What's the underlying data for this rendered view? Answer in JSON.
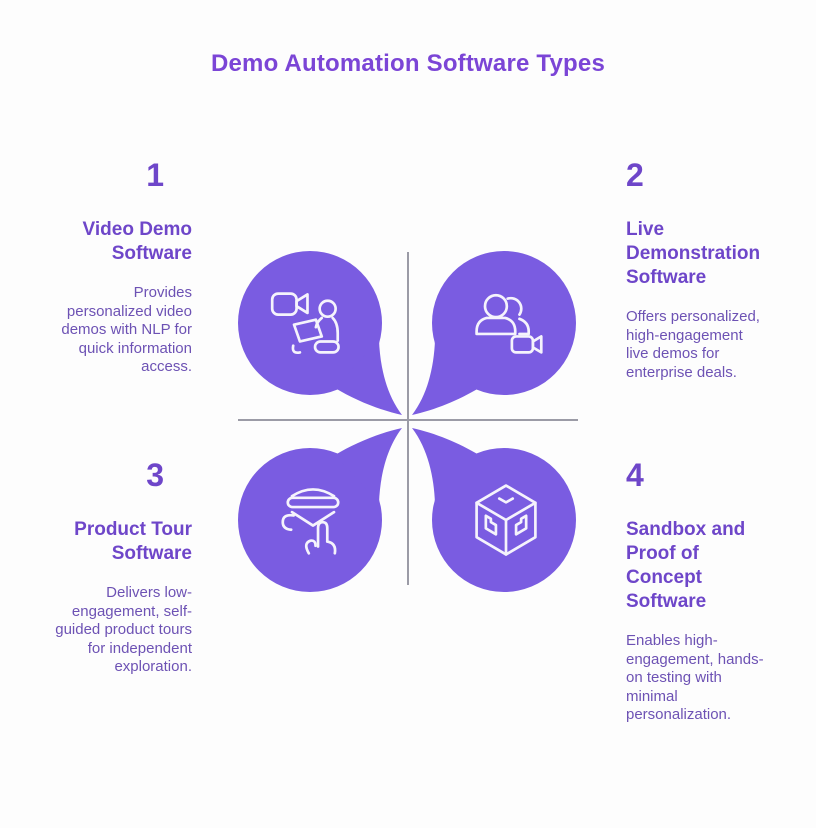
{
  "page": {
    "title": "Demo Automation Software Types"
  },
  "colors": {
    "background": "#fdfdfd",
    "title": "#7b45d6",
    "heading": "#6e46c9",
    "number": "#6e46c9",
    "body": "#6d52b4",
    "bubble": "#7a5ce1",
    "icon": "#f5f3fc",
    "divider": "#9b9ba6"
  },
  "quadrants": [
    {
      "number": "1",
      "title": "Video Demo Software",
      "description": "Provides personalized video demos with NLP for quick information access.",
      "icon": "video-demo-icon"
    },
    {
      "number": "2",
      "title": "Live Demonstration Software",
      "description": "Offers personalized, high-engagement live demos for enterprise deals.",
      "icon": "live-demo-icon"
    },
    {
      "number": "3",
      "title": "Product Tour Software",
      "description": "Delivers low-engagement, self-guided product tours for independent exploration.",
      "icon": "product-tour-icon"
    },
    {
      "number": "4",
      "title": "Sandbox and Proof of Concept Software",
      "description": "Enables high-engagement, hands-on testing with minimal personalization.",
      "icon": "sandbox-cube-icon"
    }
  ]
}
